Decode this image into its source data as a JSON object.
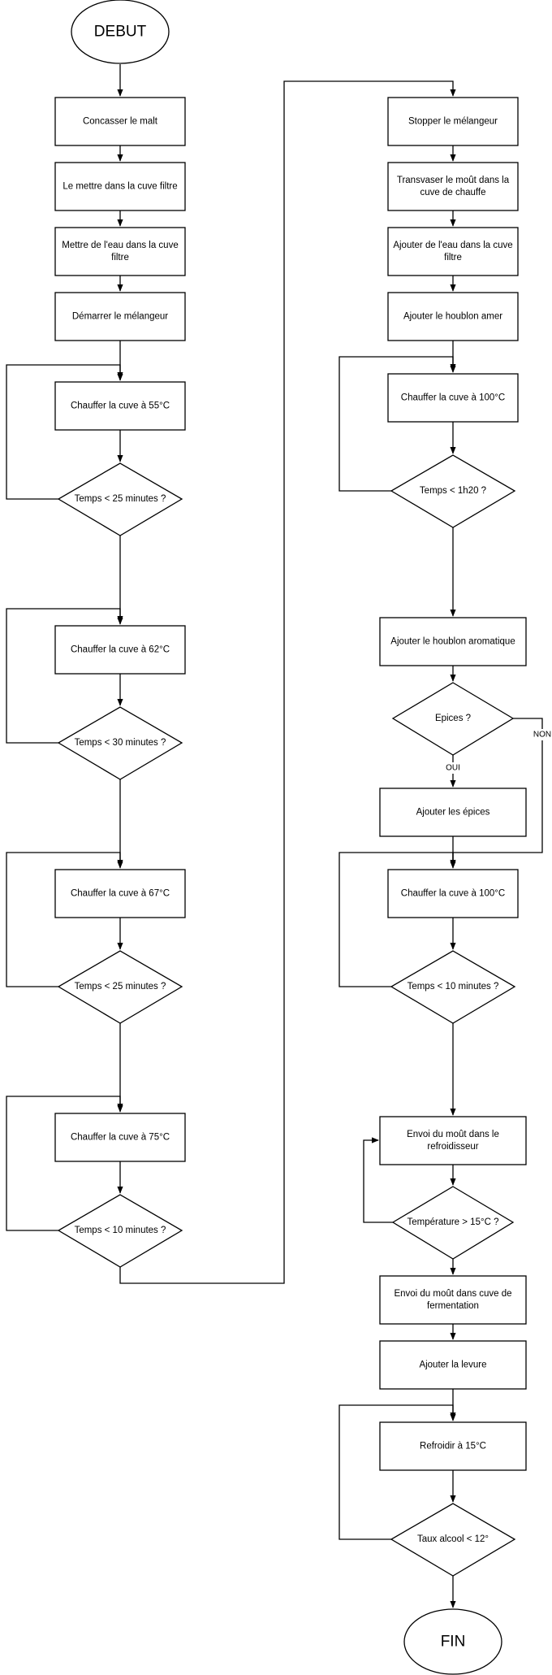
{
  "nodes": {
    "debut": "DEBUT",
    "concasser": "Concasser le malt",
    "mettre_cuve": "Le mettre dans la cuve filtre",
    "mettre_eau_1": "Mettre de l'eau dans la cuve",
    "mettre_eau_2": "filtre",
    "demarrer": "Démarrer le mélangeur",
    "chauffer_55": "Chauffer la cuve à 55°C",
    "temps_25_a": "Temps < 25 minutes ?",
    "chauffer_62": "Chauffer la cuve à 62°C",
    "temps_30": "Temps < 30 minutes ?",
    "chauffer_67": "Chauffer la cuve à 67°C",
    "temps_25_b": "Temps < 25 minutes ?",
    "chauffer_75": "Chauffer la cuve à 75°C",
    "temps_10_a": "Temps < 10 minutes ?",
    "stopper": "Stopper le mélangeur",
    "transvaser_1": "Transvaser le moût dans la",
    "transvaser_2": "cuve de chauffe",
    "ajouter_eau_1": "Ajouter de l'eau dans la cuve",
    "ajouter_eau_2": "filtre",
    "houblon_amer": "Ajouter le houblon amer",
    "chauffer_100_a": "Chauffer la cuve à 100°C",
    "temps_1h20": "Temps < 1h20 ?",
    "houblon_aromatique": "Ajouter le houblon aromatique",
    "epices_q": "Epices ?",
    "ajouter_epices": "Ajouter les épices",
    "chauffer_100_b": "Chauffer la cuve à 100°C",
    "temps_10_b": "Temps <  10 minutes ?",
    "envoi_refroid_1": "Envoi du moût dans le",
    "envoi_refroid_2": "refroidisseur",
    "temperature_q": "Température > 15°C ?",
    "envoi_ferm_1": "Envoi du moût dans cuve de",
    "envoi_ferm_2": "fermentation",
    "levure": "Ajouter la levure",
    "refroidir": "Refroidir à 15°C",
    "taux_alcool": "Taux alcool < 12°",
    "fin": "FIN"
  },
  "edge_labels": {
    "oui": "OUI",
    "non": "NON"
  },
  "colors": {
    "stroke": "#000000",
    "fill": "#ffffff"
  }
}
